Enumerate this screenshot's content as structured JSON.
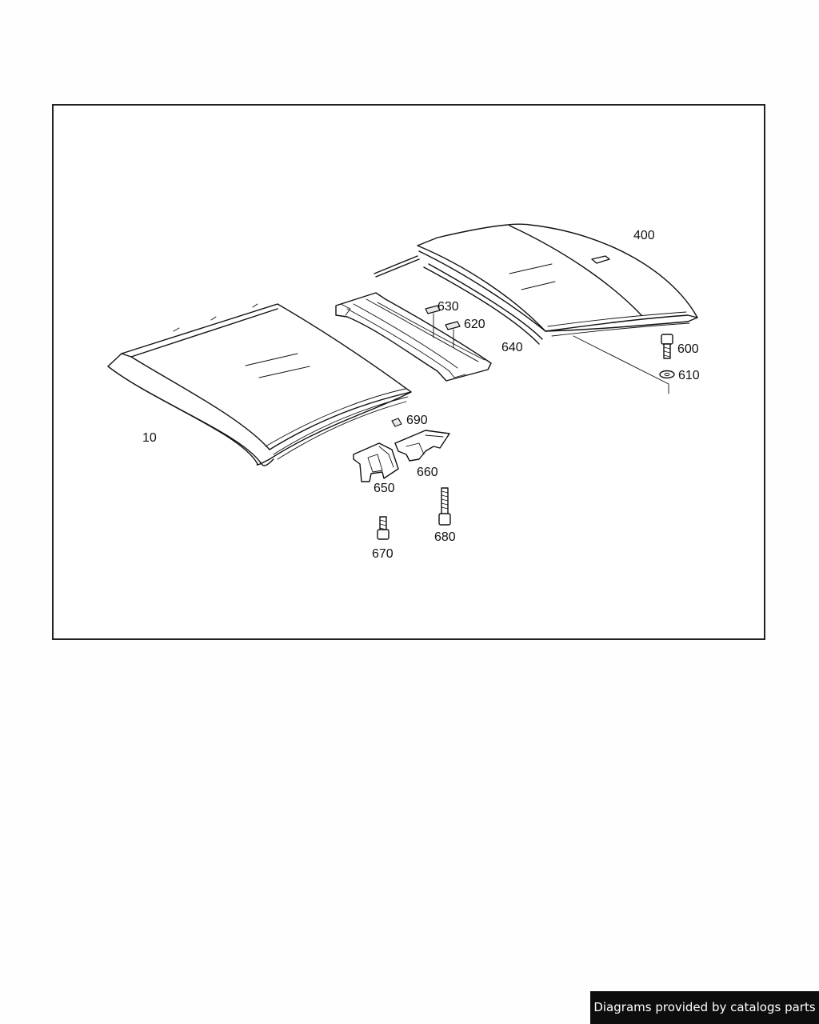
{
  "diagram": {
    "labels": {
      "p10": "10",
      "p400": "400",
      "p600": "600",
      "p610": "610",
      "p620": "620",
      "p630": "630",
      "p640": "640",
      "p650": "650",
      "p660": "660",
      "p670": "670",
      "p680": "680",
      "p690": "690"
    }
  },
  "footer": {
    "credit": "Diagrams provided by catalogs parts"
  }
}
